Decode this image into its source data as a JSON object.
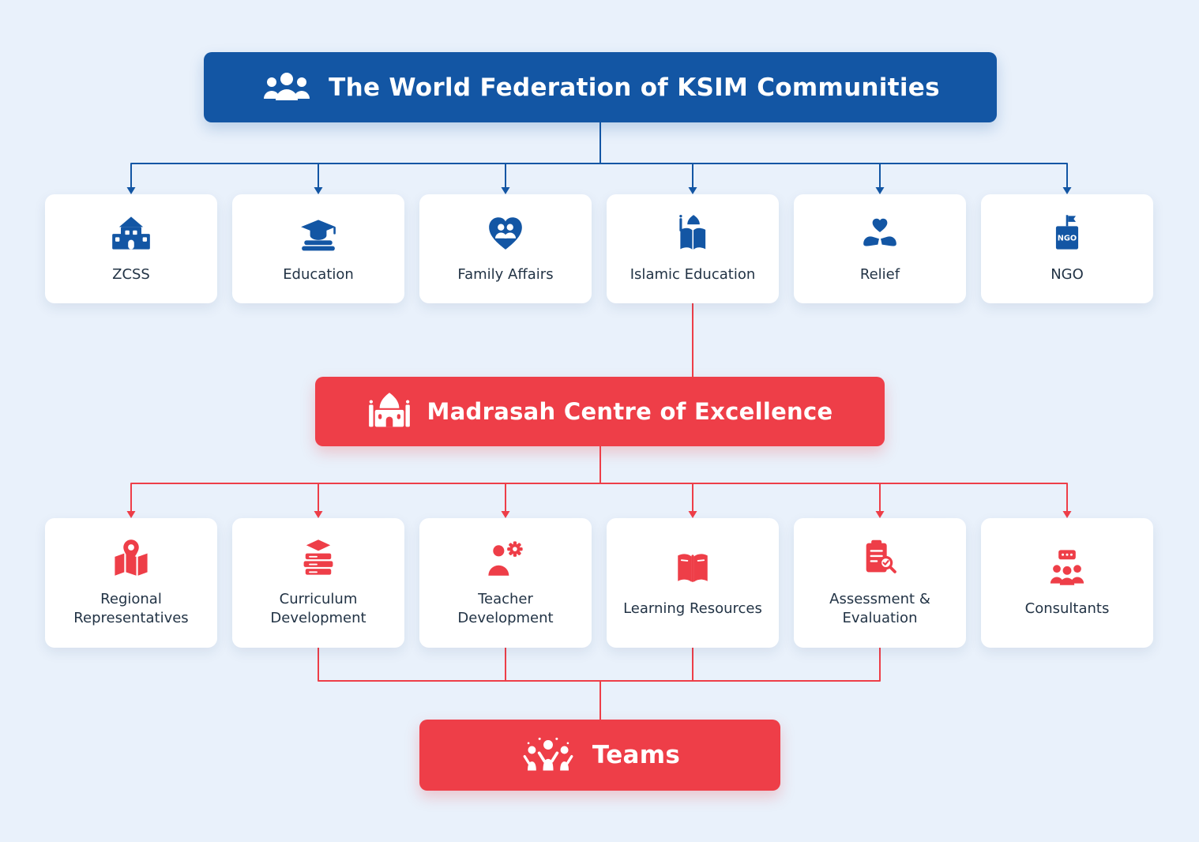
{
  "colors": {
    "blue": "#1356a4",
    "red": "#ee3e48",
    "background": "#e9f1fb",
    "label": "#223345"
  },
  "root": {
    "label": "The World Federation of KSIM Communities",
    "icon": "people-group-icon"
  },
  "level1": {
    "items": [
      {
        "label": "ZCSS",
        "icon": "school-building-icon"
      },
      {
        "label": "Education",
        "icon": "graduation-cap-books-icon"
      },
      {
        "label": "Family Affairs",
        "icon": "family-heart-icon"
      },
      {
        "label": "Islamic Education",
        "icon": "mosque-open-book-icon"
      },
      {
        "label": "Relief",
        "icon": "hands-heart-icon"
      },
      {
        "label": "NGO",
        "icon": "ngo-building-flag-icon",
        "icon_text": "NGO"
      }
    ]
  },
  "centre": {
    "label": "Madrasah Centre of Excellence",
    "icon": "mosque-icon"
  },
  "level2": {
    "items": [
      {
        "label": "Regional Representatives",
        "icon": "map-pin-icon"
      },
      {
        "label": "Curriculum Development",
        "icon": "books-graduation-cap-icon"
      },
      {
        "label": "Teacher Development",
        "icon": "person-gear-icon"
      },
      {
        "label": "Learning Resources",
        "icon": "open-book-icon"
      },
      {
        "label": "Assessment & Evaluation",
        "icon": "clipboard-magnifier-icon"
      },
      {
        "label": "Consultants",
        "icon": "presenter-group-icon"
      }
    ]
  },
  "teams": {
    "label": "Teams",
    "icon": "celebration-people-icon"
  }
}
